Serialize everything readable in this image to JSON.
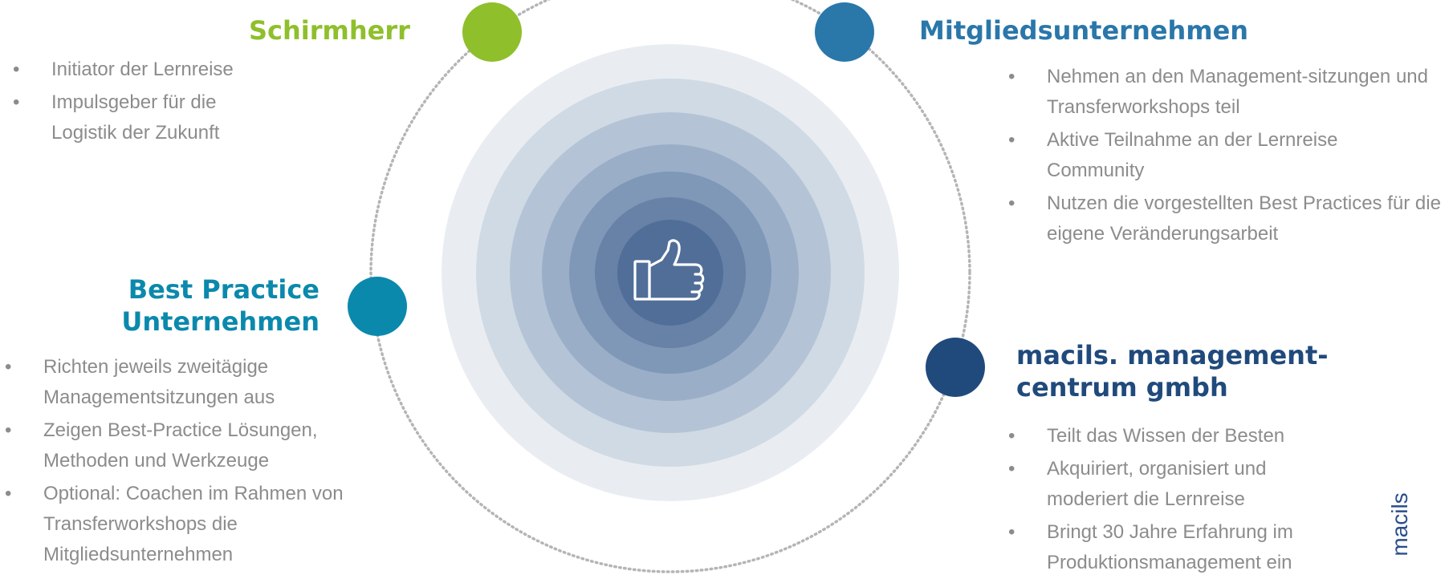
{
  "thumb_icon": "thumbs-up-icon",
  "colors": {
    "schirmherr": "#8fbf2b",
    "mitglieder": "#2a77aa",
    "bestpractice": "#0b89ad",
    "macils": "#204a7c",
    "bullet_text": "#8c8c8c",
    "rings": [
      "#e9edf2",
      "#d0dae4",
      "#b4c4d6",
      "#9aaec7",
      "#7f98b7",
      "#6782a6",
      "#506e98"
    ]
  },
  "schirmherr": {
    "title": "Schirmherr",
    "items": [
      "Initiator der Lernreise",
      "Impulsgeber für die Logistik der Zukunft"
    ]
  },
  "mitglieder": {
    "title": "Mitgliedsunternehmen",
    "items": [
      "Nehmen an den Management-sitzungen und Transferworkshops teil",
      "Aktive Teilnahme an der Lernreise Community",
      "Nutzen die vorgestellten Best Practices für die eigene Veränderungsarbeit"
    ]
  },
  "bestpractice": {
    "title_line1": "Best Practice",
    "title_line2": "Unternehmen",
    "items": [
      "Richten jeweils zweitägige Managementsitzungen aus",
      "Zeigen Best-Practice Lösungen, Methoden und Werkzeuge",
      "Optional: Coachen im Rahmen von Transferworkshops die Mitgliedsunternehmen"
    ]
  },
  "macils": {
    "title_line1": "macils. management-",
    "title_line2": "centrum gmbh",
    "items": [
      "Teilt das Wissen der Besten",
      "Akquiriert, organisiert und moderiert die Lernreise",
      "Bringt 30 Jahre Erfahrung im Produktionsmanagement ein"
    ]
  },
  "brand": {
    "text": "macils"
  }
}
